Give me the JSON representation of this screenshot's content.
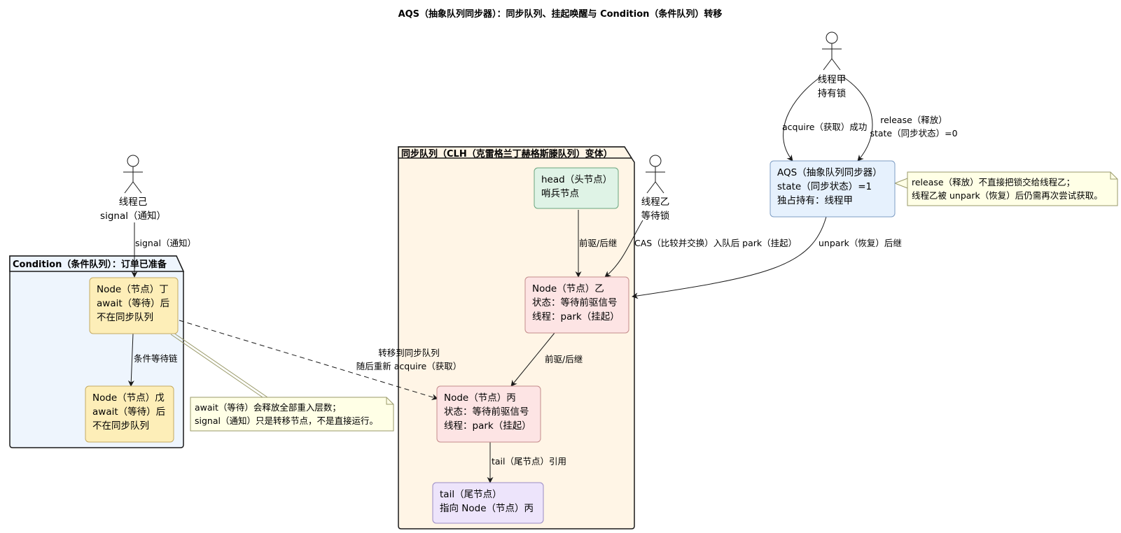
{
  "title": "AQS（抽象队列同步器）：同步队列、挂起唤醒与 Condition（条件队列）转移",
  "packages": {
    "sync_queue": "同步队列（CLH（克雷格兰丁赫格斯滕队列）变体）",
    "condition": "Condition（条件队列）：订单已准备"
  },
  "actors": {
    "a": [
      "线程甲",
      "持有锁"
    ],
    "b": [
      "线程乙",
      "等待锁"
    ],
    "f": [
      "线程己",
      "signal（通知）"
    ]
  },
  "nodes": {
    "head": [
      "head（头节点）",
      "哨兵节点"
    ],
    "node_b": [
      "Node（节点）乙",
      "状态：等待前驱信号",
      "线程：park（挂起）"
    ],
    "node_c": [
      "Node（节点）丙",
      "状态：等待前驱信号",
      "线程：park（挂起）"
    ],
    "tail": [
      "tail（尾节点）",
      "指向 Node（节点）丙"
    ],
    "aqs": [
      "AQS（抽象队列同步器）",
      "state（同步状态）=1",
      "独占持有：线程甲"
    ],
    "node_d": [
      "Node（节点）丁",
      "await（等待）后",
      "不在同步队列"
    ],
    "node_e": [
      "Node（节点）戊",
      "await（等待）后",
      "不在同步队列"
    ]
  },
  "edges": {
    "acquire": [
      "acquire（获取）成功"
    ],
    "release": [
      "release（释放）",
      "state（同步状态）=0"
    ],
    "head_b": [
      "前驱/后继"
    ],
    "cas": [
      "CAS（比较并交换）入队后 park（挂起）"
    ],
    "unpark": [
      "unpark（恢复）后继"
    ],
    "b_c": [
      "前驱/后继"
    ],
    "c_tail": [
      "tail（尾节点）引用"
    ],
    "signal": [
      "signal（通知）"
    ],
    "d_e": [
      "条件等待链"
    ],
    "transfer": [
      "转移到同步队列",
      "随后重新 acquire（获取）"
    ]
  },
  "notes": {
    "release": [
      "release（释放）不直接把锁交给线程乙；",
      "线程乙被 unpark（恢复）后仍需再次尝试获取。"
    ],
    "await": [
      "await（等待）会释放全部重入层数；",
      "signal（通知）只是转移节点，不是直接运行。"
    ]
  },
  "colors": {
    "sync_pkg_fill": "#fff5e6",
    "cond_pkg_fill": "#eef5fd",
    "head_fill": "#dff3e6",
    "head_stroke": "#6aa57e",
    "waiting_fill": "#fde4e4",
    "waiting_stroke": "#c48b8b",
    "tail_fill": "#ede4fb",
    "tail_stroke": "#9a8bc4",
    "aqs_fill": "#e6f1fd",
    "aqs_stroke": "#7d9dc4",
    "cond_node_fill": "#fdeeb8",
    "cond_node_stroke": "#c4aa62",
    "note_fill": "#ffffe6",
    "note_stroke": "#9a9a6a",
    "line": "#1a1a1a"
  }
}
